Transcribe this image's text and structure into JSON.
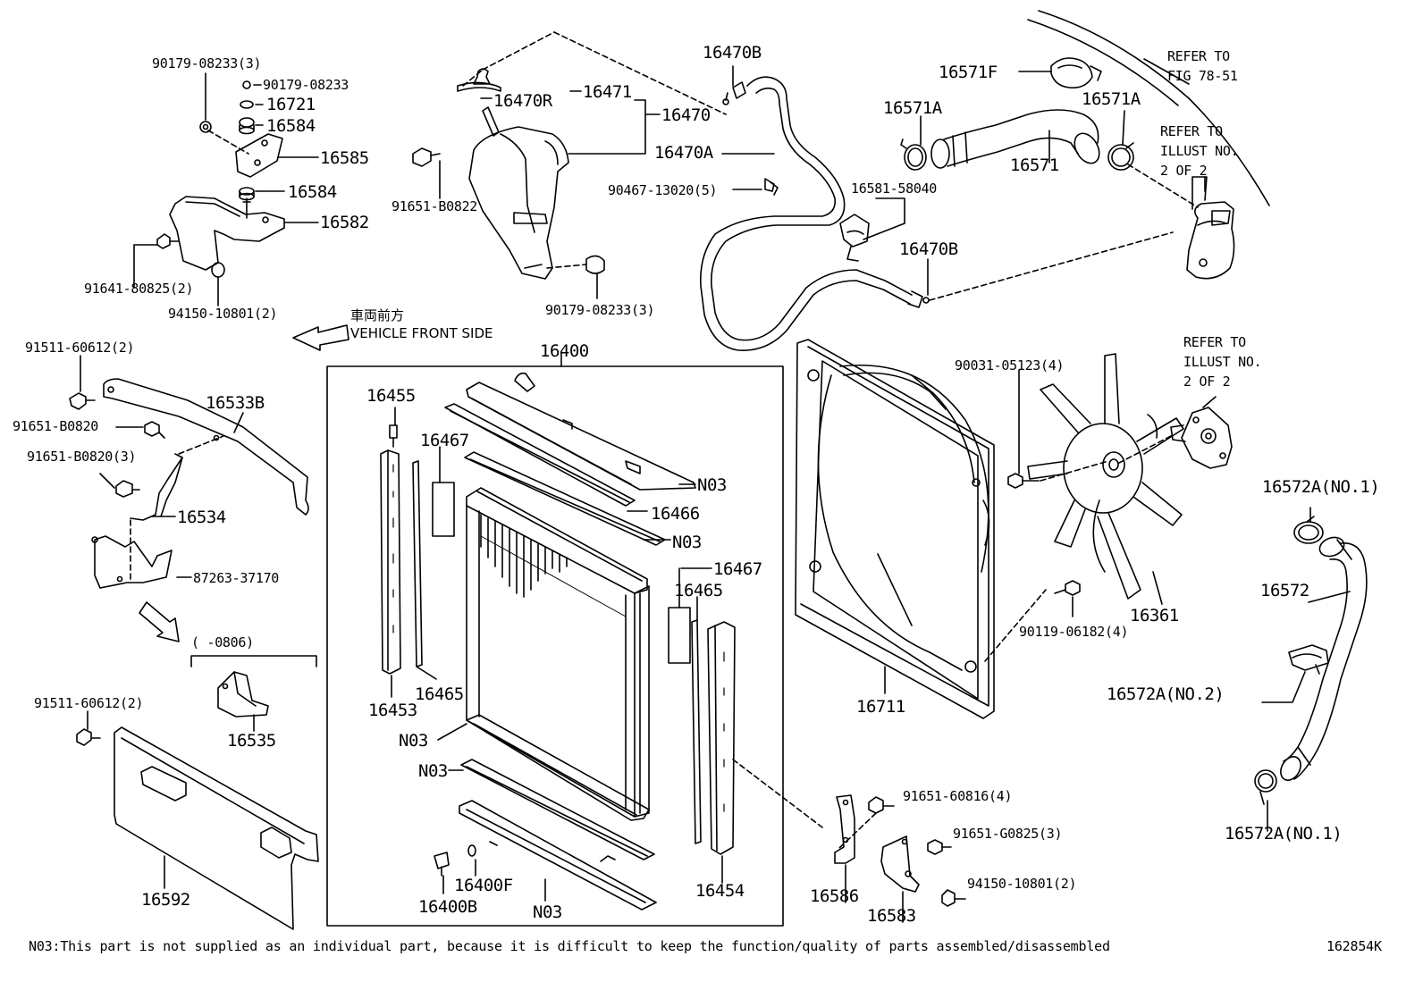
{
  "labels": {
    "p16400": "16400",
    "p16455": "16455",
    "p16467a": "16467",
    "p16467b": "16467",
    "p16466": "16466",
    "p16465a": "16465",
    "p16465b": "16465",
    "p16453": "16453",
    "p16454": "16454",
    "p16400F": "16400F",
    "p16400B": "16400B",
    "n03_1": "N03",
    "n03_2": "N03",
    "n03_3": "N03",
    "n03_4": "N03",
    "n03_5": "N03",
    "p90179_3a": "90179-08233(3)",
    "p90179": "90179-08233",
    "p16721": "16721",
    "p16584a": "16584",
    "p16585": "16585",
    "p16584b": "16584",
    "p16582": "16582",
    "p91641": "91641-80825(2)",
    "p94150a": "94150-10801(2)",
    "p91651_b0822": "91651-B0822",
    "p16470R": "16470R",
    "p16471": "16471",
    "p16470": "16470",
    "p16470A": "16470A",
    "p16470B_top": "16470B",
    "p16470B_mid": "16470B",
    "p90467": "90467-13020(5)",
    "p90179_3b": "90179-08233(3)",
    "p16571F": "16571F",
    "refer_fig_1": "REFER TO",
    "refer_fig_2": "FIG 78-51",
    "p16571A_l": "16571A",
    "p16571A_r": "16571A",
    "p16571": "16571",
    "p16581": "16581-58040",
    "refer_ill1_1": "REFER TO",
    "refer_ill1_2": "ILLUST NO.",
    "refer_ill1_3": "2 OF 2",
    "front_jp": "車両前方",
    "front_en": "VEHICLE FRONT SIDE",
    "p91511a": "91511-60612(2)",
    "p16533B": "16533B",
    "p91651_b0820": "91651-B0820",
    "p91651_b0820_3": "91651-B0820(3)",
    "p16534": "16534",
    "p87263": "87263-37170",
    "range_0806": "(      -0806)",
    "p16535": "16535",
    "p91511b": "91511-60612(2)",
    "p16592": "16592",
    "p90031": "90031-05123(4)",
    "refer_ill2_1": "REFER TO",
    "refer_ill2_2": "ILLUST NO.",
    "refer_ill2_3": "2 OF 2",
    "p16361": "16361",
    "p90119": "90119-06182(4)",
    "p16711": "16711",
    "p16572A_1a": "16572A(NO.1)",
    "p16572": "16572",
    "p16572A_2": "16572A(NO.2)",
    "p16572A_1b": "16572A(NO.1)",
    "p91651_60816": "91651-60816(4)",
    "p91651_g0825": "91651-G0825(3)",
    "p94150b": "94150-10801(2)",
    "p16586": "16586",
    "p16583": "16583",
    "footnote": "N03:This part is not supplied as an individual part, because it is difficult to keep the function/quality of parts assembled/disassembled",
    "figure_id": "162854K"
  }
}
